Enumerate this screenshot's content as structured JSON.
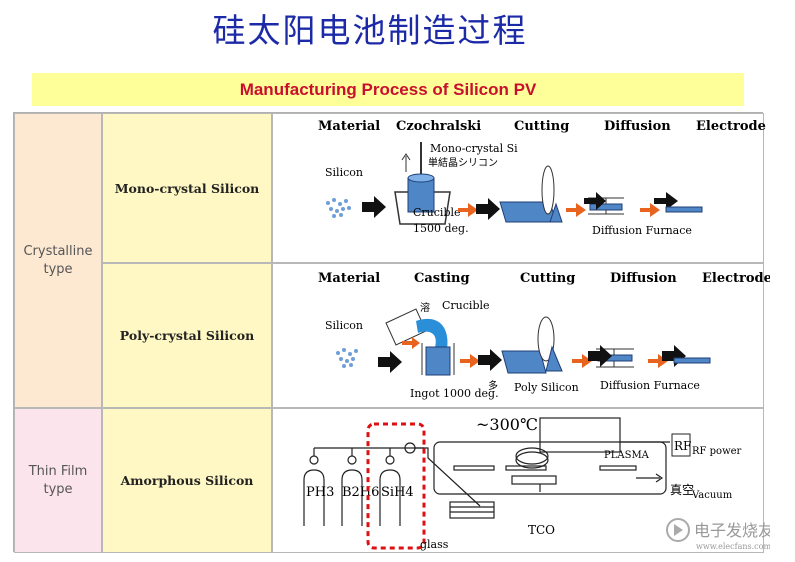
{
  "title": "硅太阳电池制造过程",
  "banner": "Manufacturing Process of Silicon PV",
  "rows": {
    "crystalline": "Crystalline type",
    "thin_film": "Thin Film type",
    "mono": "Mono-crystal Silicon",
    "poly": "Poly-crystal Silicon",
    "amorphous": "Amorphous Silicon"
  },
  "mono_panel": {
    "steps": [
      "Material",
      "Czochralski",
      "Cutting",
      "Diffusion",
      "Electrode formation"
    ],
    "mono_crystal_si": "Mono-crystal Si",
    "jp_label": "単結晶シリコン",
    "silicon": "Silicon",
    "crucible": "Crucible",
    "temp": "1500 deg.",
    "furnace": "Diffusion Furnace"
  },
  "poly_panel": {
    "steps": [
      "Material",
      "Casting",
      "Cutting",
      "Diffusion",
      "Electrode formation"
    ],
    "crucible": "Crucible",
    "silicon": "Silicon",
    "ingot": "Ingot 1000 deg.",
    "poly_si": "Poly Silicon",
    "furnace": "Diffusion Furnace",
    "jp_char": "溶",
    "jp_char2": "多"
  },
  "thin_panel": {
    "temp": "~300℃",
    "plasma": "PLASMA",
    "rf": "RF",
    "rf_power": "RF power",
    "vacuum": "Vacuum",
    "vacuum_jp": "真空",
    "tco": "TCO",
    "glass": "glass",
    "gases": [
      "PH3",
      "B2H6",
      "SiH4"
    ]
  },
  "watermark": "电子发烧友",
  "watermark_url": "www.elecfans.com",
  "colors": {
    "title": "#1c2aa8",
    "banner_bg": "#ffff99",
    "banner_text": "#c8102e",
    "arrow_orange": "#e8641e",
    "part_blue": "#4f86c6",
    "highlight": "#dd1111"
  }
}
